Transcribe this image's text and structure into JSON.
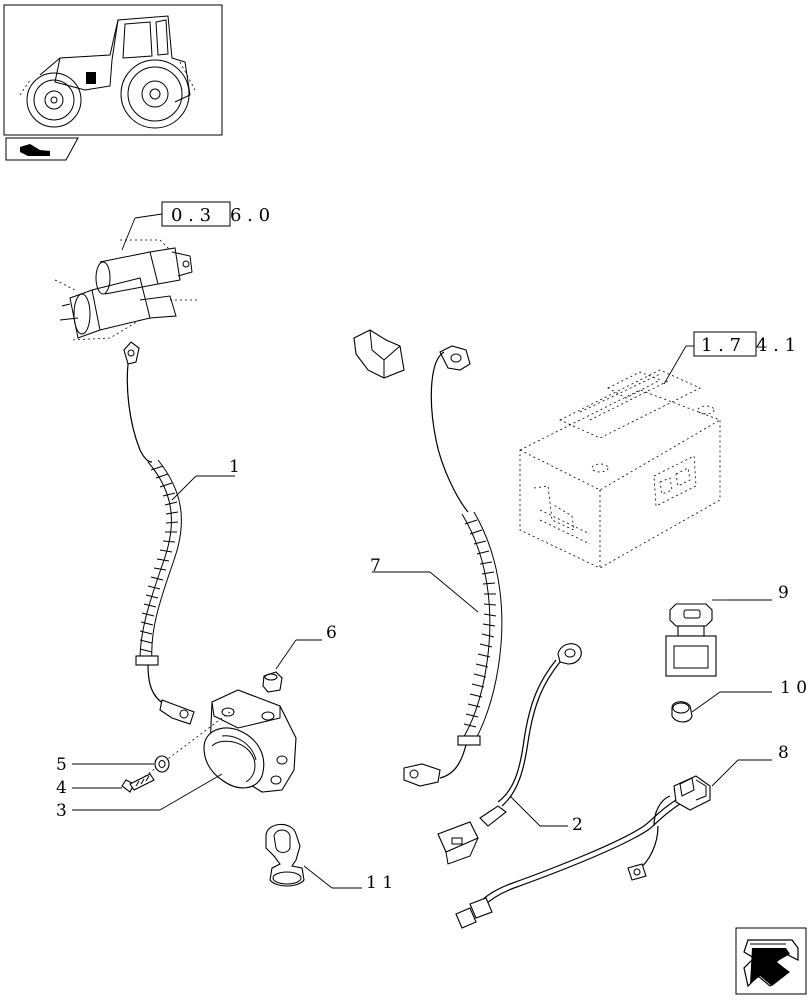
{
  "labels": {
    "part_1": "1",
    "part_2": "2",
    "part_3": "3",
    "part_4": "4",
    "part_5": "5",
    "part_6": "6",
    "part_7": "7",
    "part_8": "8",
    "part_9": "9",
    "part_10": "1 0",
    "part_11": "1 1"
  },
  "references": {
    "starter_ref_boxed": "0 . 3",
    "starter_ref_rest": "6 . 0",
    "battery_ref_boxed": "1 . 7",
    "battery_ref_rest": "4 . 1"
  },
  "icons": {
    "thumbnail": "tractor-thumbnail-icon",
    "section_tab": "hand-pointer-icon",
    "next_page": "next-arrow-icon"
  }
}
